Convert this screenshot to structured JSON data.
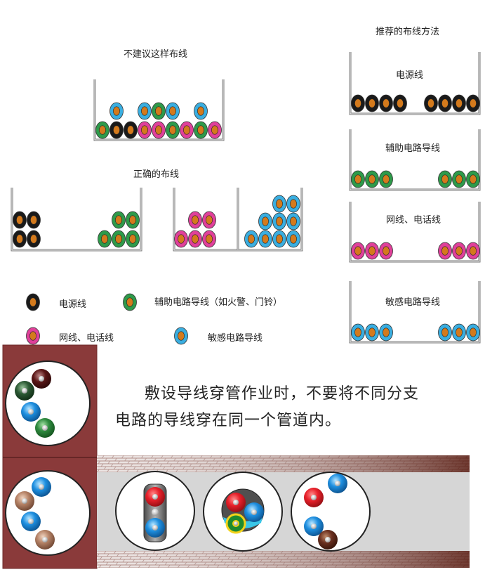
{
  "colors": {
    "power": "#1a1a1a",
    "aux": "#2e9a4a",
    "network": "#e0409a",
    "sensitive": "#3aaee0",
    "core": "#d47a1c",
    "wall": "#8a3a3a",
    "conduit_fill": "#d8d8d8"
  },
  "titles": {
    "not_recommended": "不建议这样布线",
    "correct": "正确的布线",
    "recommended": "推荐的布线方法"
  },
  "right_panels": [
    {
      "label": "电源线"
    },
    {
      "label": "辅助电路导线"
    },
    {
      "label": "网线、电话线"
    },
    {
      "label": "敏感电路导线"
    }
  ],
  "legend": [
    {
      "label": "电源线",
      "kind": "power"
    },
    {
      "label": "辅助电路导线（如火警、门铃）",
      "kind": "aux"
    },
    {
      "label": "网线、电话线",
      "kind": "network"
    },
    {
      "label": "敏感电路导线",
      "kind": "sensitive"
    }
  ],
  "note": {
    "line1": "敷设导线穿管作业时，不要将不同分支",
    "line2": "电路的导线穿在同一个管道内。"
  }
}
